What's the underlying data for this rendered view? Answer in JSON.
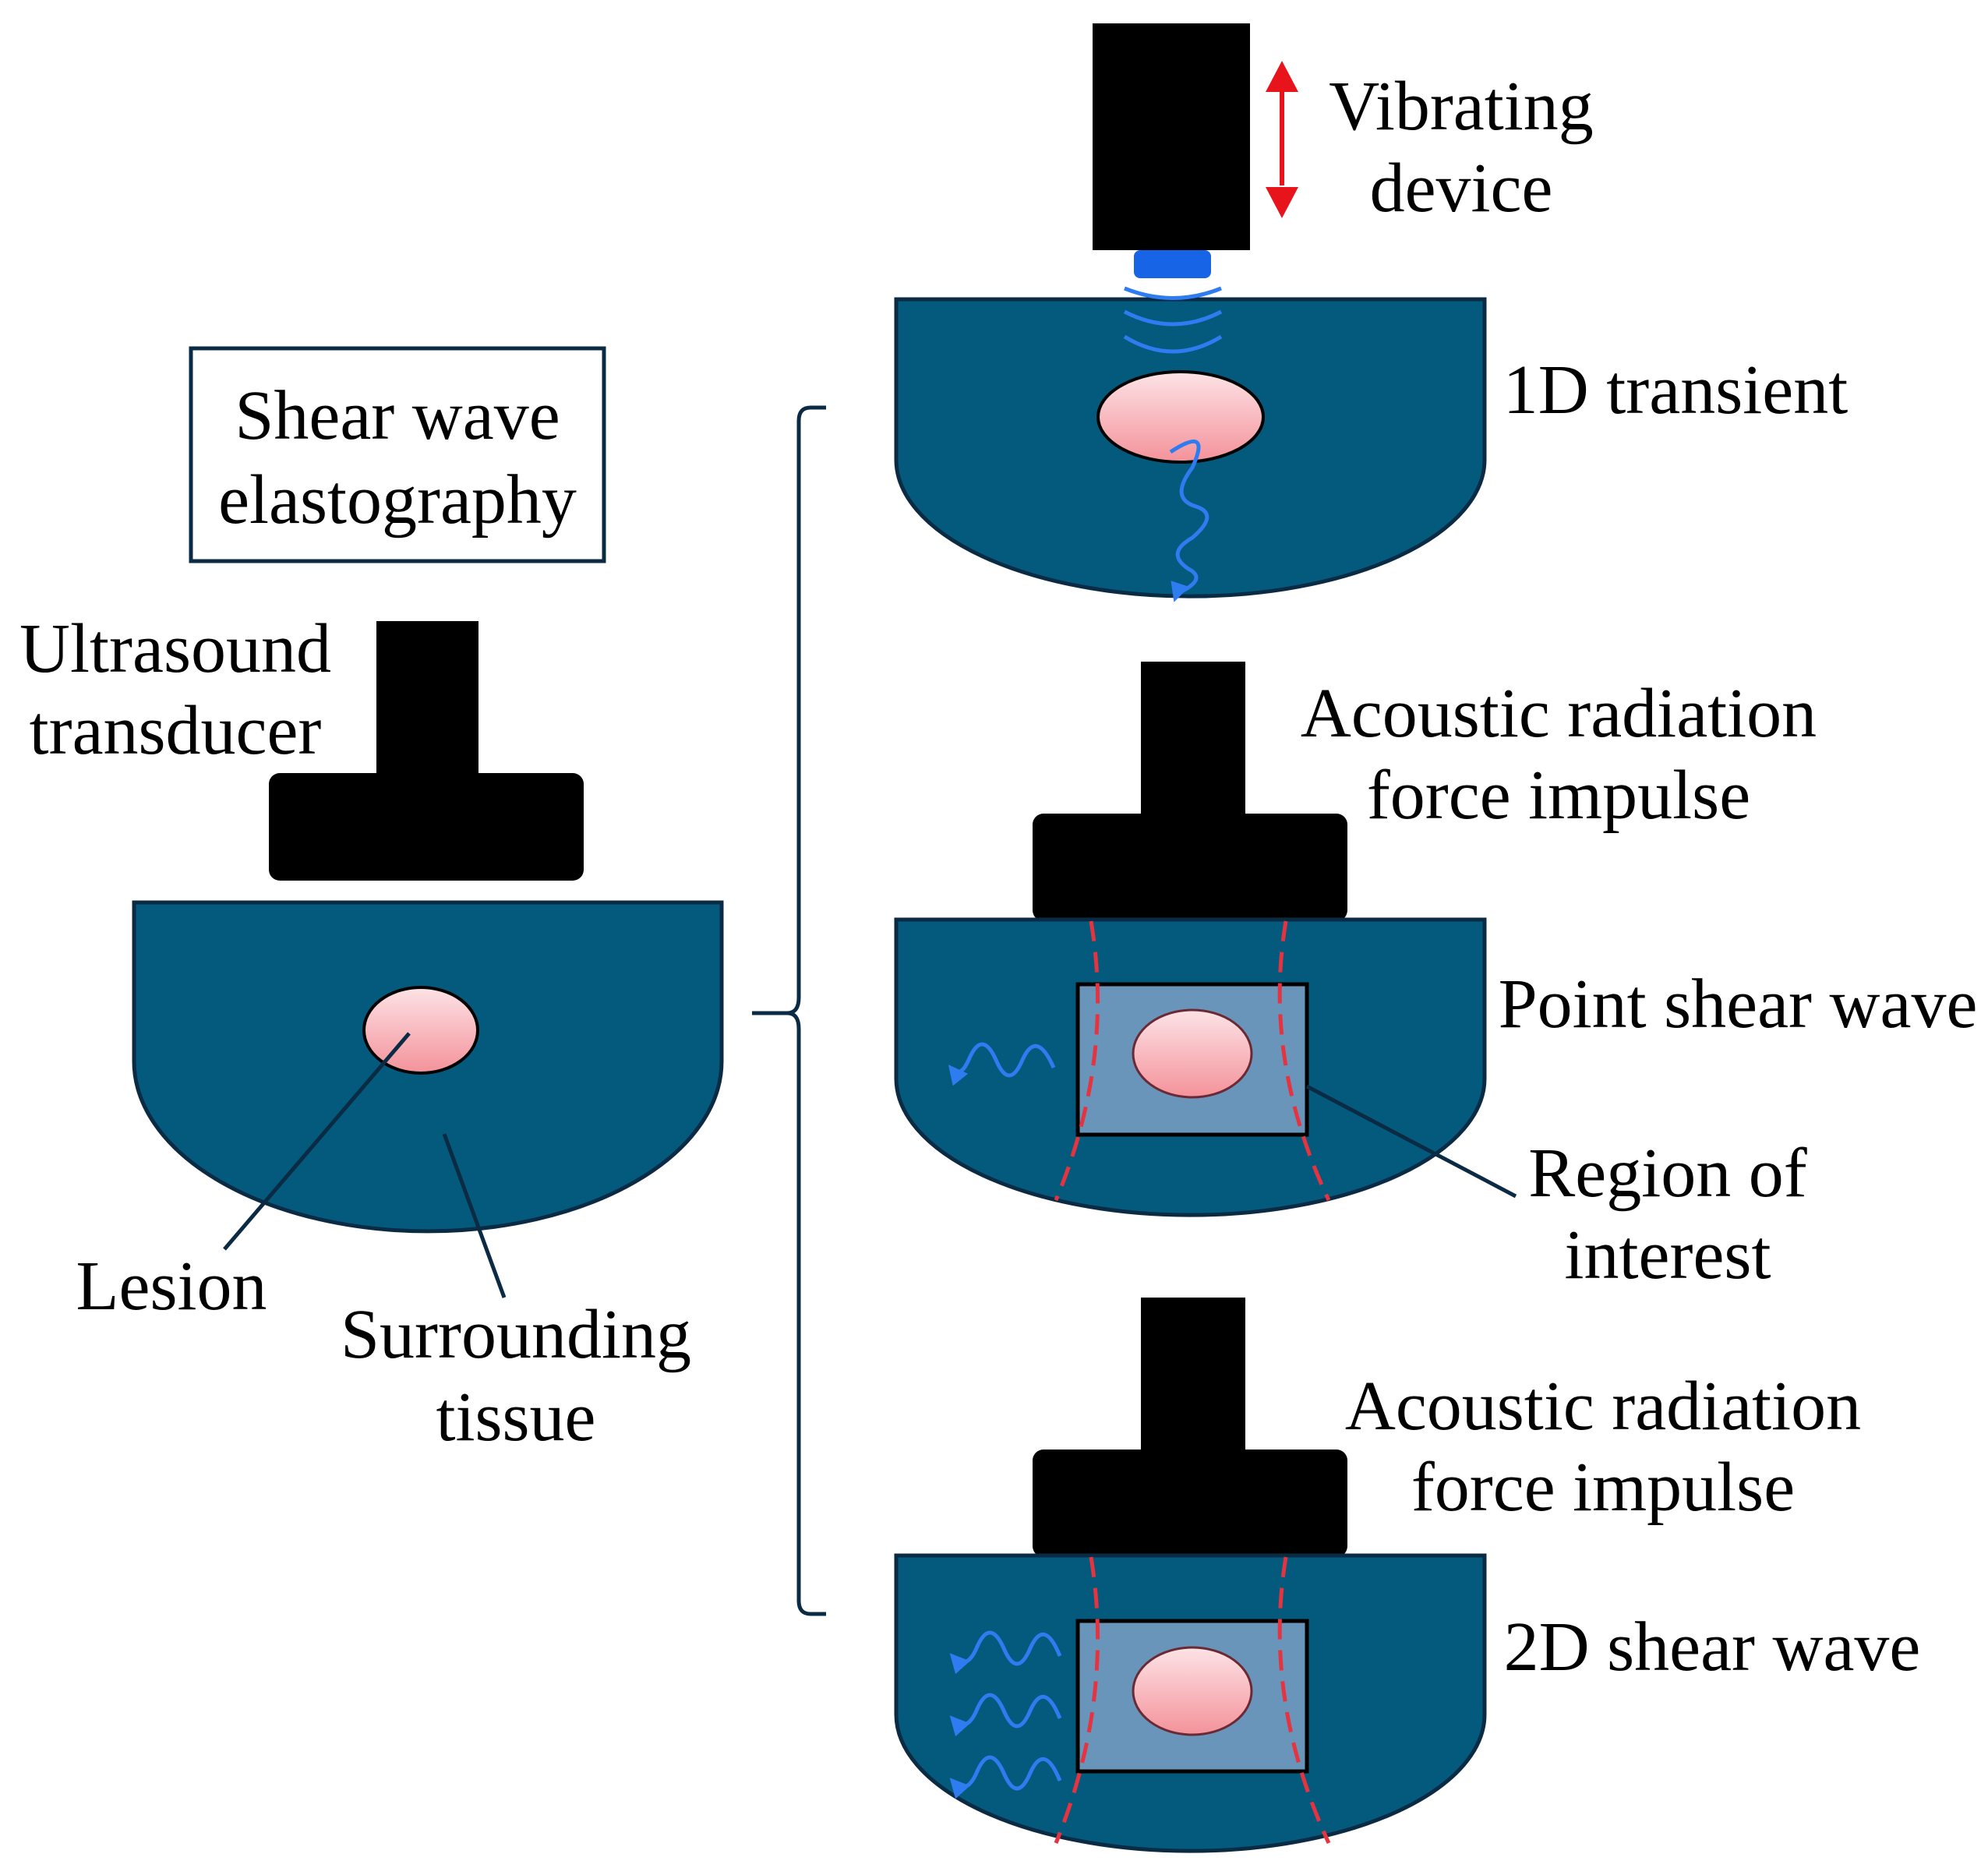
{
  "title": {
    "line1": "Shear wave",
    "line2": "elastography"
  },
  "labels": {
    "ultrasound_transducer": [
      "Ultrasound",
      "transducer"
    ],
    "lesion": "Lesion",
    "surrounding_tissue": [
      "Surrounding",
      "tissue"
    ],
    "vibrating_device": [
      "Vibrating",
      "device"
    ],
    "transient_1d": "1D transient",
    "arfi_point": [
      "Acoustic radiation",
      "force impulse"
    ],
    "point_shear_wave": "Point shear wave",
    "region_of_interest": [
      "Region of",
      "interest"
    ],
    "arfi_2d": [
      "Acoustic radiation",
      "force impulse"
    ],
    "shear_wave_2d": "2D shear wave"
  },
  "colors": {
    "tissue": "#045A7D",
    "tissue_outline": "#0B2B45",
    "lesion_top": "#FCE3E6",
    "lesion_bottom": "#F4929A",
    "transducer": "#000000",
    "vibration_arrow": "#E8141B",
    "shear_wave": "#2F7BF0",
    "beam_lines": "#E53340",
    "roi_fill": "#6A95BA"
  }
}
